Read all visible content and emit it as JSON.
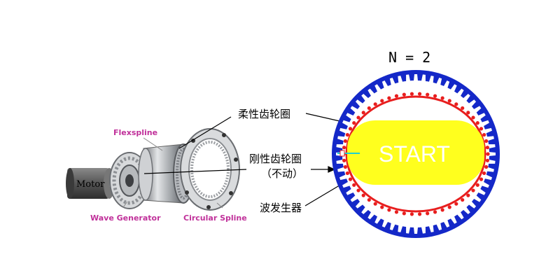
{
  "header": {
    "ratio_label": "N = 2"
  },
  "exploded_view": {
    "motor_label": "Motor",
    "flexspline_label": "Flexspline",
    "wave_generator_label": "Wave Generator",
    "circular_spline_label": "Circular Spline"
  },
  "callouts": {
    "flexspline_cn": "柔性齿轮圈",
    "circular_spline_cn": "刚性齿轮圈",
    "circular_spline_note_cn": "（不动）",
    "wave_generator_cn": "波发生器"
  },
  "animation": {
    "start_label": "START"
  },
  "colors": {
    "label_pink": "#c0309a",
    "outer_ring": "#1428c8",
    "flex_ring": "#e81e1e",
    "wave_generator": "#ffff1e",
    "marker_cyan": "#20d0d0"
  }
}
